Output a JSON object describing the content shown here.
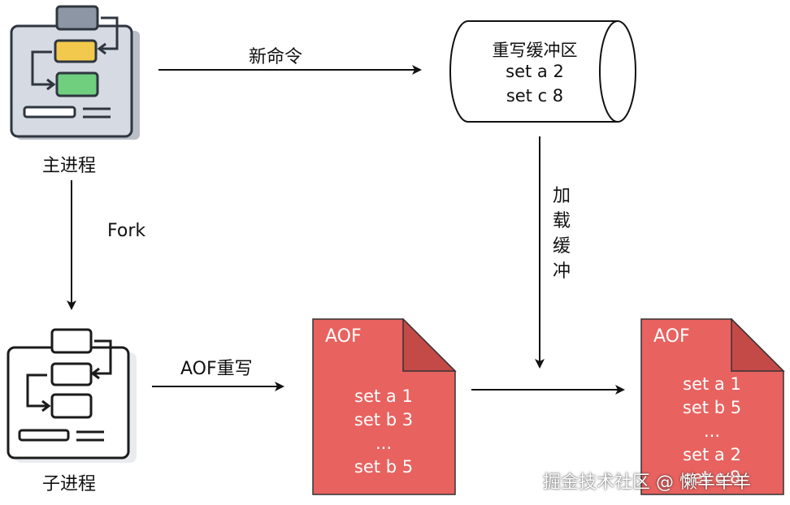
{
  "nodes": {
    "main_process": "主进程",
    "child_process": "子进程",
    "fork": "Fork",
    "new_command": "新命令",
    "aof_rewrite": "AOF重写",
    "load_buffer": [
      "加",
      "载",
      "缓",
      "冲"
    ]
  },
  "rewrite_buffer": {
    "title": "重写缓冲区",
    "lines": [
      "set a 2",
      "set c 8"
    ]
  },
  "aof_old": {
    "title": "AOF",
    "lines": [
      "set a 1",
      "set b 3",
      "...",
      "set b 5"
    ]
  },
  "aof_new": {
    "title": "AOF",
    "lines": [
      "set a 1",
      "set b 5",
      "...",
      "set a 2",
      "set c 8"
    ]
  },
  "watermark": "掘金技术社区 @ 懒羊羊羊",
  "colors": {
    "doc_fill": "#e8625f",
    "doc_fold": "#c44a48",
    "cylinder_stroke": "#111111",
    "slot_yellow": "#f2c94c",
    "slot_green": "#6fcf7f"
  }
}
